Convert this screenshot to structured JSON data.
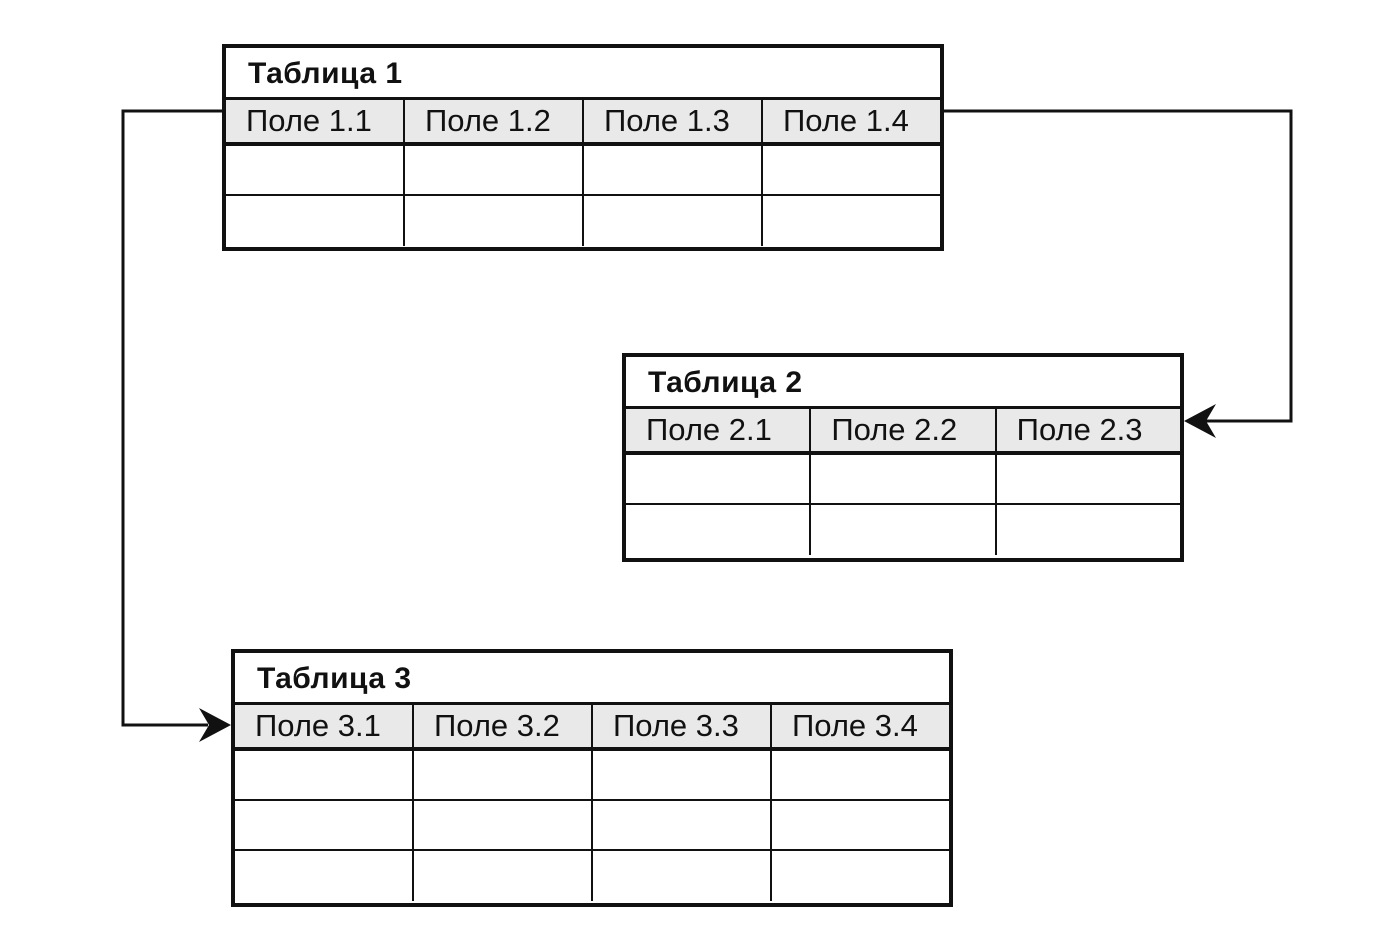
{
  "tables": [
    {
      "title": "Таблица 1",
      "fields": [
        "Поле 1.1",
        "Поле 1.2",
        "Поле 1.3",
        "Поле 1.4"
      ],
      "empty_rows": 2
    },
    {
      "title": "Таблица 2",
      "fields": [
        "Поле 2.1",
        "Поле 2.2",
        "Поле 2.3"
      ],
      "empty_rows": 2
    },
    {
      "title": "Таблица 3",
      "fields": [
        "Поле 3.1",
        "Поле 3.2",
        "Поле 3.3",
        "Поле 3.4"
      ],
      "empty_rows": 3
    }
  ],
  "links": [
    {
      "from": "Таблица 1",
      "to": "Таблица 2"
    },
    {
      "from": "Таблица 1",
      "to": "Таблица 3"
    }
  ],
  "colors": {
    "line": "#111111",
    "header_fill": "#e9e9e9",
    "background": "#ffffff"
  }
}
